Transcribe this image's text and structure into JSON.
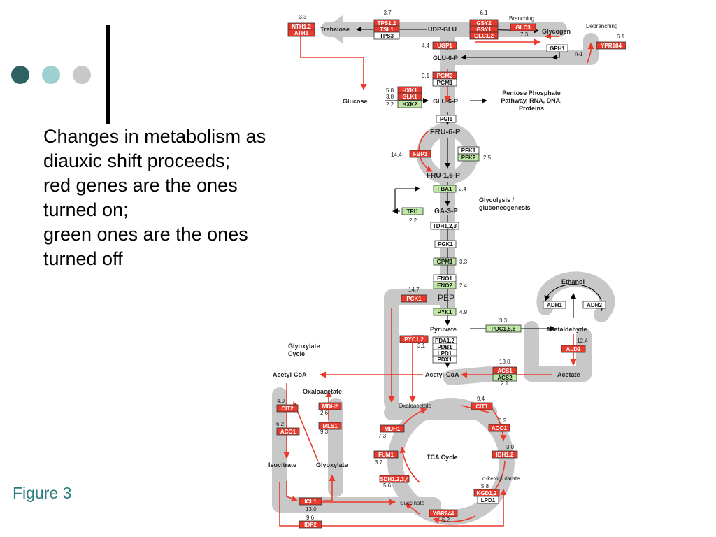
{
  "slide": {
    "caption": "Changes in metabolism as\ndiauxic shift proceeds;\nred genes are the ones\nturned on;\ngreen ones are the ones\nturned off",
    "figure_label": "Figure 3",
    "dot_colors": [
      "#2e6163",
      "#9dd0d1",
      "#c8c8c8"
    ]
  },
  "colors": {
    "up": "#e8392c",
    "down": "#bfe8a7",
    "neutral": "#ffffff",
    "band": "#c8c8c8",
    "arrow_red": "#ea3a2b"
  },
  "metabolites": [
    {
      "id": "trehalose",
      "text": "Trehalose"
    },
    {
      "id": "udpglu",
      "text": "UDP-GLU"
    },
    {
      "id": "glycogen",
      "text": "Glycogen"
    },
    {
      "id": "glu6p1",
      "text": "GLU-6-P"
    },
    {
      "id": "glucose",
      "text": "Glucose"
    },
    {
      "id": "glu6p2",
      "text": "GLU-6-P"
    },
    {
      "id": "ppp",
      "text": "Pentose Phosphate\nPathway, RNA, DNA,\nProteins"
    },
    {
      "id": "fru6p",
      "text": "FRU-6-P"
    },
    {
      "id": "fru16p",
      "text": "FRU-1,6-P"
    },
    {
      "id": "ga3p",
      "text": "GA-3-P"
    },
    {
      "id": "pep",
      "text": "PEP"
    },
    {
      "id": "pyruvate",
      "text": "Pyruvate"
    },
    {
      "id": "acetaldehyde",
      "text": "Acetaldehyde"
    },
    {
      "id": "ethanol",
      "text": "Ethanol"
    },
    {
      "id": "acetate",
      "text": "Acetate"
    },
    {
      "id": "acetylcoa",
      "text": "Acetyl-CoA"
    },
    {
      "id": "acetylcoa2",
      "text": "Acetyl-CoA"
    },
    {
      "id": "oxaloacetate",
      "text": "Oxaloacetate"
    },
    {
      "id": "oxaloacetate2",
      "text": "Oxaloacetate"
    },
    {
      "id": "isocitrate",
      "text": "Isocitrate"
    },
    {
      "id": "glyoxylate",
      "text": "Glyoxylate"
    },
    {
      "id": "succinate",
      "text": "Succinate"
    },
    {
      "id": "akg",
      "text": "α-ketoglutarate"
    }
  ],
  "regions": [
    {
      "id": "branching",
      "text": "Branching"
    },
    {
      "id": "debranching",
      "text": "Debranching"
    },
    {
      "id": "glycolysis",
      "text": "Glycolysis /\ngluconeogenesis"
    },
    {
      "id": "glyox_cycle",
      "text": "Glyoxylate\nCycle"
    },
    {
      "id": "tca",
      "text": "TCA Cycle"
    },
    {
      "id": "n1",
      "text": "n-1"
    }
  ],
  "genes": [
    {
      "id": "nth",
      "text": "NTH1,2",
      "state": "up"
    },
    {
      "id": "ath",
      "text": "ATH1",
      "state": "up"
    },
    {
      "id": "tps12",
      "text": "TPS1,2",
      "state": "up"
    },
    {
      "id": "tsl1",
      "text": "TSL1",
      "state": "up"
    },
    {
      "id": "tps3",
      "text": "TPS3",
      "state": "neutral"
    },
    {
      "id": "gsy2",
      "text": "GSY2",
      "state": "up"
    },
    {
      "id": "gsy1",
      "text": "GSY1",
      "state": "up"
    },
    {
      "id": "glc12",
      "text": "GLC1,2",
      "state": "up"
    },
    {
      "id": "glc3",
      "text": "GLC3",
      "state": "up"
    },
    {
      "id": "ypr184",
      "text": "YPR184",
      "state": "up"
    },
    {
      "id": "gph1",
      "text": "GPH1",
      "state": "neutral"
    },
    {
      "id": "ugp1",
      "text": "UGP1",
      "state": "up"
    },
    {
      "id": "pgm2",
      "text": "PGM2",
      "state": "up"
    },
    {
      "id": "pgm1",
      "text": "PGM1",
      "state": "neutral"
    },
    {
      "id": "hxk1",
      "text": "HXK1",
      "state": "up"
    },
    {
      "id": "glk1",
      "text": "GLK1",
      "state": "up"
    },
    {
      "id": "hxk2",
      "text": "HXK2",
      "state": "down"
    },
    {
      "id": "pgi1",
      "text": "PGI1",
      "state": "neutral"
    },
    {
      "id": "fbp1",
      "text": "FBP1",
      "state": "up"
    },
    {
      "id": "pfk1",
      "text": "PFK1",
      "state": "neutral"
    },
    {
      "id": "pfk2",
      "text": "PFK2",
      "state": "down"
    },
    {
      "id": "fba1",
      "text": "FBA1",
      "state": "down"
    },
    {
      "id": "tpi1",
      "text": "TPI1",
      "state": "down"
    },
    {
      "id": "tdh",
      "text": "TDH1,2,3",
      "state": "neutral"
    },
    {
      "id": "pgk1",
      "text": "PGK1",
      "state": "neutral"
    },
    {
      "id": "gpm1",
      "text": "GPM1",
      "state": "down"
    },
    {
      "id": "eno1",
      "text": "ENO1",
      "state": "neutral"
    },
    {
      "id": "eno2",
      "text": "ENO2",
      "state": "down"
    },
    {
      "id": "pck1",
      "text": "PCK1",
      "state": "up"
    },
    {
      "id": "pyk1",
      "text": "PYK1",
      "state": "down"
    },
    {
      "id": "pdc",
      "text": "PDC1,5,6",
      "state": "down"
    },
    {
      "id": "adh1",
      "text": "ADH1",
      "state": "neutral"
    },
    {
      "id": "adh2",
      "text": "ADH2",
      "state": "neutral"
    },
    {
      "id": "ald2",
      "text": "ALD2",
      "state": "up"
    },
    {
      "id": "pyc12",
      "text": "PYC1,2",
      "state": "up"
    },
    {
      "id": "pda12",
      "text": "PDA1,2",
      "state": "neutral"
    },
    {
      "id": "pdb1",
      "text": "PDB1",
      "state": "neutral"
    },
    {
      "id": "lpd1a",
      "text": "LPD1",
      "state": "neutral"
    },
    {
      "id": "pdx1",
      "text": "PDX1",
      "state": "neutral"
    },
    {
      "id": "acs1",
      "text": "ACS1",
      "state": "up"
    },
    {
      "id": "acs2",
      "text": "ACS2",
      "state": "down"
    },
    {
      "id": "cit2",
      "text": "CIT2",
      "state": "up"
    },
    {
      "id": "aco1a",
      "text": "ACO1",
      "state": "up"
    },
    {
      "id": "mdh2",
      "text": "MDH2",
      "state": "up"
    },
    {
      "id": "mls1",
      "text": "MLS1",
      "state": "up"
    },
    {
      "id": "cit1",
      "text": "CIT1",
      "state": "up"
    },
    {
      "id": "mdh1",
      "text": "MDH1",
      "state": "up"
    },
    {
      "id": "aco1b",
      "text": "ACO1",
      "state": "up"
    },
    {
      "id": "fum1",
      "text": "FUM1",
      "state": "up"
    },
    {
      "id": "idh12",
      "text": "IDH1,2",
      "state": "up"
    },
    {
      "id": "sdh",
      "text": "SDH1,2,3,4",
      "state": "up"
    },
    {
      "id": "kgd12",
      "text": "KGD1,2",
      "state": "up"
    },
    {
      "id": "lpd1b",
      "text": "LPD1",
      "state": "neutral"
    },
    {
      "id": "ygr244",
      "text": "YGR244",
      "state": "up"
    },
    {
      "id": "icl1",
      "text": "ICL1",
      "state": "up"
    },
    {
      "id": "idp2",
      "text": "IDP2",
      "state": "up"
    }
  ],
  "fold_changes": [
    {
      "id": "fc_nth",
      "text": "3.3"
    },
    {
      "id": "fc_tps",
      "text": "3.7"
    },
    {
      "id": "fc_gsy",
      "text": "6.1"
    },
    {
      "id": "fc_glc3",
      "text": "7.3"
    },
    {
      "id": "fc_ypr",
      "text": "6.1"
    },
    {
      "id": "fc_ugp1",
      "text": "4.4"
    },
    {
      "id": "fc_pgm2",
      "text": "9.1"
    },
    {
      "id": "fc_hxk1",
      "text": "5.8"
    },
    {
      "id": "fc_glk1",
      "text": "3.8"
    },
    {
      "id": "fc_hxk2",
      "text": "2.2"
    },
    {
      "id": "fc_fbp1",
      "text": "14.4"
    },
    {
      "id": "fc_pfk2",
      "text": "2.5"
    },
    {
      "id": "fc_fba1",
      "text": "2.4"
    },
    {
      "id": "fc_tpi1",
      "text": "2.2"
    },
    {
      "id": "fc_gpm1",
      "text": "3.3"
    },
    {
      "id": "fc_eno2",
      "text": "2.4"
    },
    {
      "id": "fc_pck1",
      "text": "14.7"
    },
    {
      "id": "fc_pyk1",
      "text": "4.9"
    },
    {
      "id": "fc_pdc",
      "text": "3.3"
    },
    {
      "id": "fc_ald2",
      "text": "12.4"
    },
    {
      "id": "fc_pyc",
      "text": "3.1"
    },
    {
      "id": "fc_acs1",
      "text": "13.0"
    },
    {
      "id": "fc_acs2",
      "text": "2.1"
    },
    {
      "id": "fc_cit2",
      "text": "4.9"
    },
    {
      "id": "fc_aco1a",
      "text": "6.2"
    },
    {
      "id": "fc_mdh2",
      "text": "2.6"
    },
    {
      "id": "fc_mls1",
      "text": "9.3"
    },
    {
      "id": "fc_cit1",
      "text": "9.4"
    },
    {
      "id": "fc_mdh1",
      "text": "7.3"
    },
    {
      "id": "fc_aco1b",
      "text": "6.2"
    },
    {
      "id": "fc_fum1",
      "text": "3.7"
    },
    {
      "id": "fc_idh",
      "text": "3.0"
    },
    {
      "id": "fc_sdh",
      "text": "5.6"
    },
    {
      "id": "fc_kgd",
      "text": "5.8"
    },
    {
      "id": "fc_ygr",
      "text": "5.2"
    },
    {
      "id": "fc_icl1",
      "text": "13.0"
    },
    {
      "id": "fc_idp2",
      "text": "9.6"
    }
  ]
}
